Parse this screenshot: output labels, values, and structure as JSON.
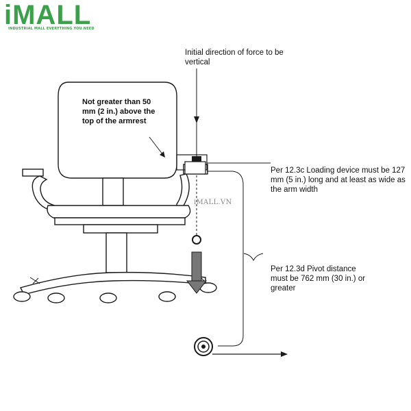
{
  "brand": {
    "logo_text": "iMALL",
    "tagline": "INDUSTRIAL MALL EVERYTHING YOU NEED",
    "color": "#3aa04a"
  },
  "watermark": "iMALL.VN",
  "annotations": {
    "force_direction": "Initial direction of force to be vertical",
    "armrest_height": "Not greater than 50 mm (2 in.) above the top of the armrest",
    "loading_device": "Per 12.3c Loading device must be 127 mm (5 in.) long and at least as wide as the arm width",
    "pivot_distance": "Per 12.3d Pivot distance must be 762 mm (30 in.) or greater"
  },
  "colors": {
    "line": "#1a1a1a",
    "arrow_fill": "#777777",
    "chair_fill": "#ffffff"
  }
}
